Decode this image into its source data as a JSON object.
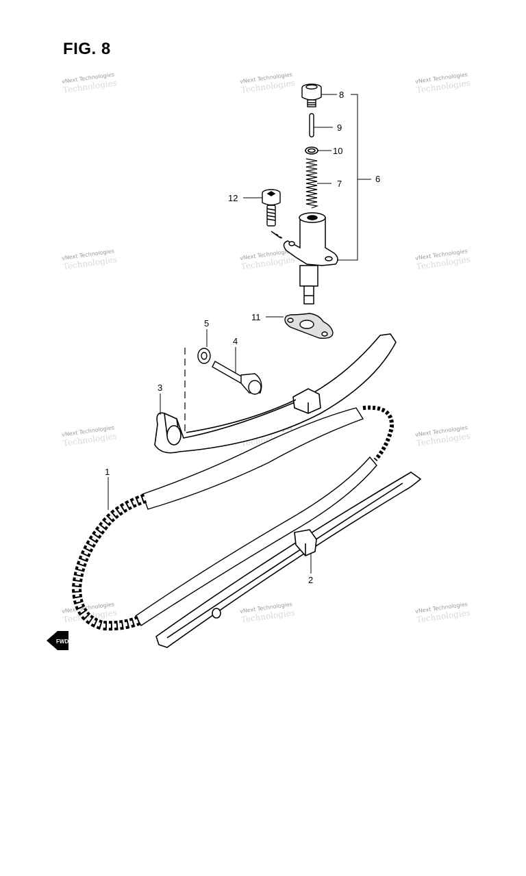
{
  "figure": {
    "title": "FIG. 8"
  },
  "callouts": [
    {
      "id": "c1",
      "label": "1"
    },
    {
      "id": "c2",
      "label": "2"
    },
    {
      "id": "c3",
      "label": "3"
    },
    {
      "id": "c4",
      "label": "4"
    },
    {
      "id": "c5",
      "label": "5"
    },
    {
      "id": "c6",
      "label": "6"
    },
    {
      "id": "c7",
      "label": "7"
    },
    {
      "id": "c8",
      "label": "8"
    },
    {
      "id": "c9",
      "label": "9"
    },
    {
      "id": "c10",
      "label": "10"
    },
    {
      "id": "c11",
      "label": "11"
    },
    {
      "id": "c12",
      "label": "12"
    }
  ],
  "watermark": {
    "text": "vNext Technologies",
    "ghost": "Technologies"
  },
  "fwd_mark": {
    "label": "FWD"
  }
}
